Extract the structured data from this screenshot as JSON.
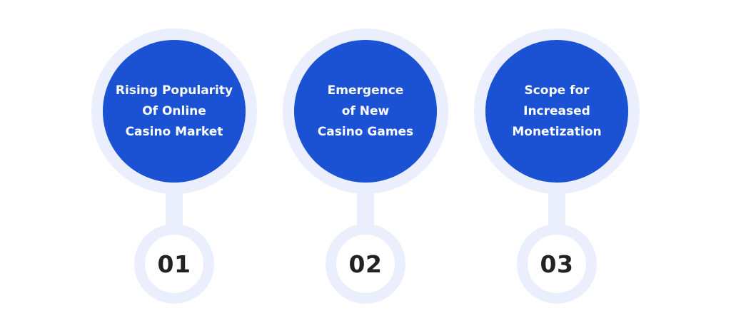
{
  "colors": {
    "halo": "#ebeefc",
    "circle": "#1a52d3",
    "inner": "#ffffff",
    "number": "#222222"
  },
  "steps": [
    {
      "number": "01",
      "text": "Rising Popularity\nOf Online\nCasino Market"
    },
    {
      "number": "02",
      "text": "Emergence\nof New\nCasino Games"
    },
    {
      "number": "03",
      "text": "Scope for\nIncreased\nMonetization"
    }
  ]
}
